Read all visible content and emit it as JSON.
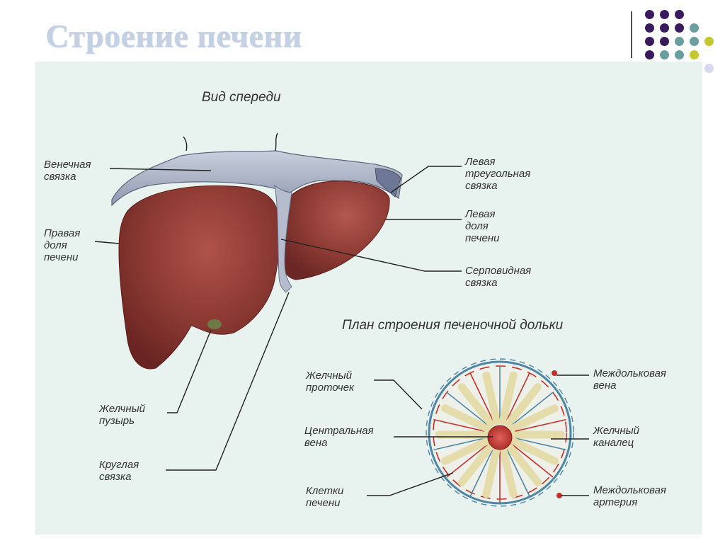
{
  "slide": {
    "title": "Строение печени"
  },
  "colors": {
    "title": "#c4d1e4",
    "figure_bg": "#e8f2ee",
    "liver": "#8c3a33",
    "ligament": "#aab4c8",
    "vein_blue": "#4f86a6",
    "artery_red": "#c4302a",
    "cells": "#e4dcaa",
    "dot_purple": "#3a1a5e",
    "dot_teal": "#6a9fa0",
    "dot_lime": "#c6c830",
    "dot_lavender": "#d8d8ee"
  },
  "front_view": {
    "title": "Вид спереди",
    "labels": {
      "coronary_ligament": [
        "Венечная",
        "связка"
      ],
      "right_lobe": [
        "Правая",
        "доля",
        "печени"
      ],
      "gallbladder": [
        "Желчный",
        "пузырь"
      ],
      "round_ligament": [
        "Круглая",
        "связка"
      ],
      "left_triangular_ligament": [
        "Левая",
        "треугольная",
        "связка"
      ],
      "left_lobe": [
        "Левая",
        "доля",
        "печени"
      ],
      "falciform_ligament": [
        "Серповидная",
        "связка"
      ]
    }
  },
  "lobule_plan": {
    "title": "План строения печеночной дольки",
    "labels": {
      "bile_ductule": [
        "Желчный",
        "проточек"
      ],
      "central_vein": [
        "Центральная",
        "вена"
      ],
      "liver_cells": [
        "Клетки",
        "печени"
      ],
      "interlobular_vein": [
        "Междольковая",
        "вена"
      ],
      "bile_canaliculus": [
        "Желчный",
        "каналец"
      ],
      "interlobular_artery": [
        "Междольковая",
        "артерия"
      ]
    }
  }
}
